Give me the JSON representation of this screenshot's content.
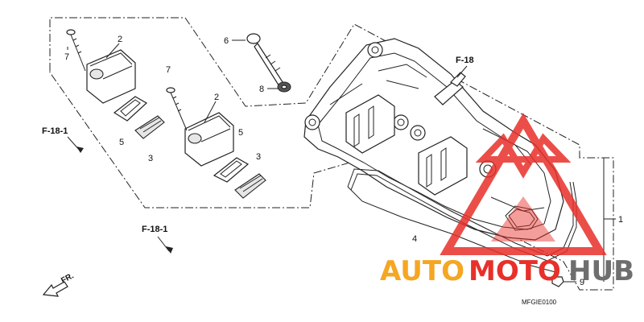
{
  "callouts": [
    {
      "id": "c1",
      "text": "1"
    },
    {
      "id": "c2a",
      "text": "2"
    },
    {
      "id": "c2b",
      "text": "2"
    },
    {
      "id": "c3a",
      "text": "3"
    },
    {
      "id": "c3b",
      "text": "3"
    },
    {
      "id": "c4",
      "text": "4"
    },
    {
      "id": "c5a",
      "text": "5"
    },
    {
      "id": "c5b",
      "text": "5"
    },
    {
      "id": "c6",
      "text": "6"
    },
    {
      "id": "c7a",
      "text": "7"
    },
    {
      "id": "c7b",
      "text": "7"
    },
    {
      "id": "c8",
      "text": "8"
    },
    {
      "id": "c9",
      "text": "9"
    }
  ],
  "references": {
    "f18": "F-18",
    "f181_upper": "F-18-1",
    "f181_lower": "F-18-1"
  },
  "front_arrow_label": "FR.",
  "diagram_code": "MFGIE0100",
  "watermark": {
    "text_auto": "AUTO",
    "text_moto": "MOTO",
    "text_hub": "HUB",
    "colors": {
      "orange": "#f5a623",
      "red": "#e8302a",
      "gray": "#6e6e6e"
    }
  }
}
